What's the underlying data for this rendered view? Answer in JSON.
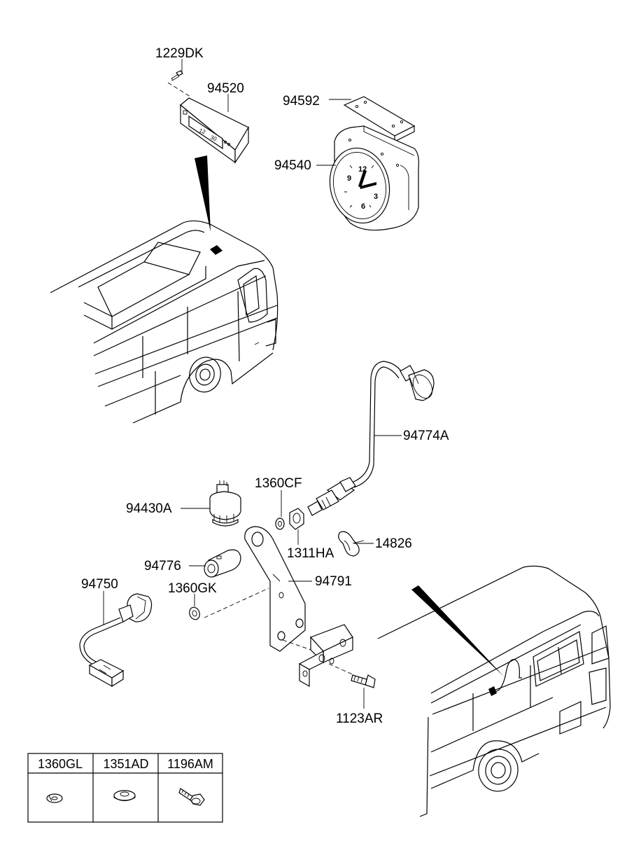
{
  "callouts": [
    {
      "key": "p_1229DK",
      "text": "1229DK"
    },
    {
      "key": "p_94520",
      "text": "94520"
    },
    {
      "key": "p_94592",
      "text": "94592"
    },
    {
      "key": "p_94540",
      "text": "94540"
    },
    {
      "key": "p_94774A",
      "text": "94774A"
    },
    {
      "key": "p_1360CF",
      "text": "1360CF"
    },
    {
      "key": "p_94430A",
      "text": "94430A"
    },
    {
      "key": "p_1311HA",
      "text": "1311HA"
    },
    {
      "key": "p_14826",
      "text": "14826"
    },
    {
      "key": "p_94776",
      "text": "94776"
    },
    {
      "key": "p_94791",
      "text": "94791"
    },
    {
      "key": "p_94750",
      "text": "94750"
    },
    {
      "key": "p_1360GK",
      "text": "1360GK"
    },
    {
      "key": "p_1123AR",
      "text": "1123AR"
    }
  ],
  "clock_face": {
    "n12": "12",
    "n3": "3",
    "n6": "6",
    "n9": "9"
  },
  "small_display": {
    "a": "12",
    "b": "30"
  },
  "legend_table": {
    "headers": [
      "1360GL",
      "1351AD",
      "1196AM"
    ]
  }
}
